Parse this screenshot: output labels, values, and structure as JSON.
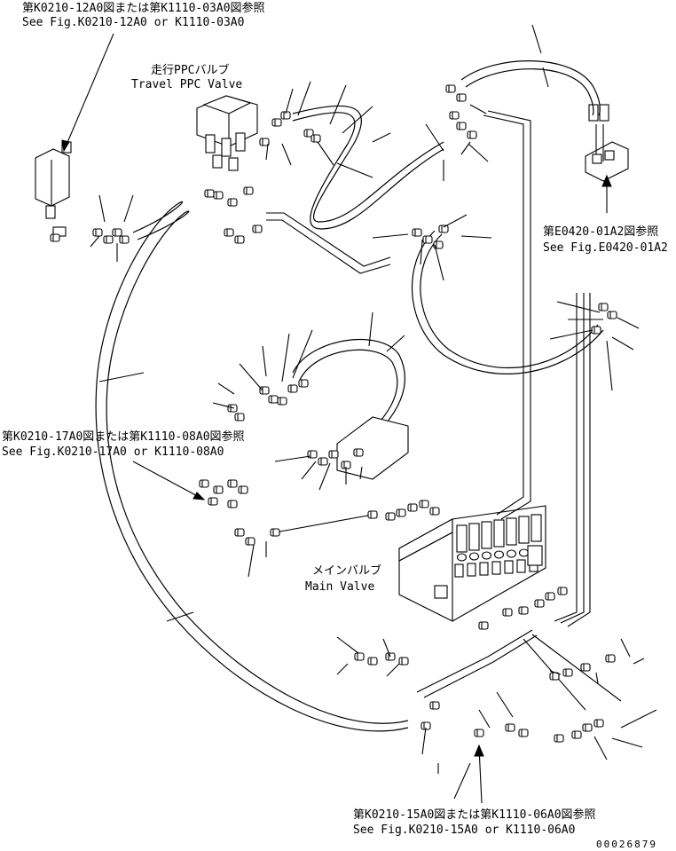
{
  "references": {
    "top_left": {
      "jp": "第K0210-12A0図または第K1110-03A0図参照",
      "en": "See Fig.K0210-12A0 or K1110-03A0"
    },
    "right": {
      "jp": "第E0420-01A2図参照",
      "en": "See Fig.E0420-01A2"
    },
    "left_mid": {
      "jp": "第K0210-17A0図または第K1110-08A0図参照",
      "en": "See Fig.K0210-17A0 or K1110-08A0"
    },
    "bottom": {
      "jp": "第K0210-15A0図または第K1110-06A0図参照",
      "en": "See Fig.K0210-15A0 or K1110-06A0"
    }
  },
  "components": {
    "travel_ppc_valve": {
      "jp": "走行PPCバルブ",
      "en": "Travel PPC Valve"
    },
    "main_valve": {
      "jp": "メインバルブ",
      "en": "Main Valve"
    }
  },
  "drawing_number": "00026879"
}
